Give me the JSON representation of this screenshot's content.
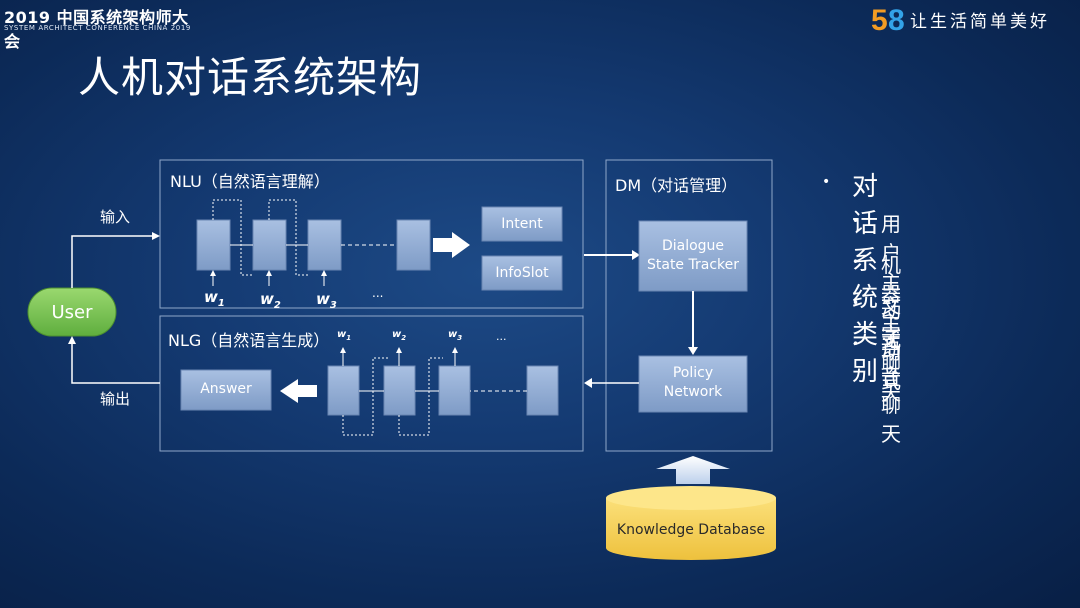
{
  "header": {
    "conf_title": "2019 中国系统架构师大会",
    "conf_subtitle": "SYSTEM ARCHITECT CONFERENCE CHINA 2019",
    "logo_number": "58",
    "slogan": "让生活简单美好"
  },
  "slide": {
    "title": "人机对话系统架构"
  },
  "diagram": {
    "user": "User",
    "input_label": "输入",
    "output_label": "输出",
    "nlu": {
      "label": "NLU（自然语言理解）",
      "outputs": [
        "Intent",
        "InfoSlot"
      ],
      "words": [
        "w",
        "w",
        "w"
      ],
      "subscripts": [
        "1",
        "2",
        "3"
      ],
      "ellipsis": "..."
    },
    "nlg": {
      "label": "NLG（自然语言生成）",
      "answer": "Answer",
      "words": [
        "w",
        "w",
        "w"
      ],
      "subscripts": [
        "1",
        "2",
        "3"
      ],
      "ellipsis": "..."
    },
    "dm": {
      "label": "DM（对话管理）",
      "tracker": [
        "Dialogue",
        "State Tracker"
      ],
      "policy": [
        "Policy",
        "Network"
      ]
    },
    "knowledge": "Knowledge Database",
    "colors": {
      "box_fill": "#95aed3",
      "arrow_white": "#ffffff",
      "user_green": "#7fc95a",
      "kb_yellow": "#f6d154"
    }
  },
  "bullets": {
    "main": "对话系统类别",
    "items": [
      "用户主动式",
      "机器主动式",
      "文字聊天",
      "语音聊天"
    ]
  }
}
